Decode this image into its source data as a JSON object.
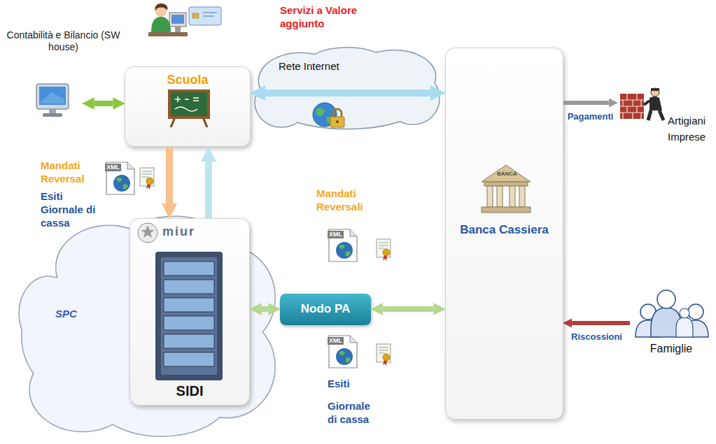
{
  "diagram": {
    "nodes": [
      {
        "text": [
          "Contabilità e Bilancio (SW house)"
        ]
      },
      {
        "text": [
          "Scuola"
        ]
      },
      {
        "text": [
          "Rete Internet"
        ]
      },
      {
        "text": [
          "Banca Cassiera"
        ]
      },
      {
        "text": [
          "Artigiani Imprese"
        ]
      },
      {
        "text": [
          "SPC"
        ]
      },
      {
        "text": [
          "SIDI"
        ],
        "in": 5
      },
      {
        "text": [
          "Nodo PA"
        ]
      },
      {
        "text": [
          "Famiglie"
        ]
      }
    ],
    "edges": [
      {
        "from": 0,
        "to": 1,
        "arrow": "both"
      },
      {
        "from": 1,
        "to": 3,
        "arrow": "both"
      },
      {
        "from": 3,
        "to": 4,
        "label": "Pagamenti",
        "arrow": "to"
      },
      {
        "from": 1,
        "to": 6,
        "arrow": "to"
      },
      {
        "from": 6,
        "to": 1,
        "arrow": "to"
      },
      {
        "from": 6,
        "to": 7,
        "arrow": "both"
      },
      {
        "from": 7,
        "to": 3,
        "arrow": "both"
      },
      {
        "from": 8,
        "to": 3,
        "label": "Riscossioni",
        "arrow": "to"
      }
    ],
    "labels": [
      "Servizi a Valore aggiunto",
      "Mandati Reversal",
      "Esiti Giornale di cassa",
      "XML",
      "Mandati Reversali",
      "XML",
      "XML",
      "Esiti",
      "Giornale di cassa",
      "BANCA",
      "miur"
    ]
  }
}
